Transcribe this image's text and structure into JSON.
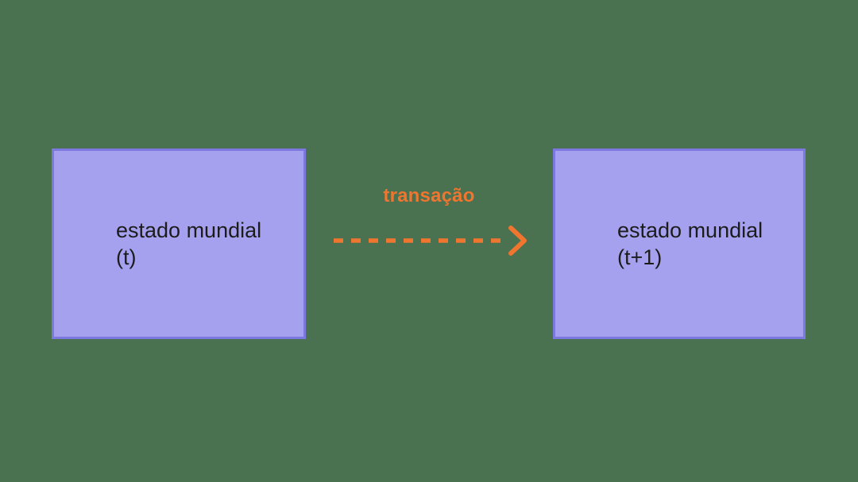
{
  "diagram": {
    "title": "world-state-transition-diagram",
    "colors": {
      "background": "#4a7150",
      "box_fill": "#a6a1ee",
      "box_border": "#7d78e0",
      "box_text": "#1c1c1c",
      "accent_orange": "#f0752f"
    },
    "boxes": [
      {
        "id": "state-t",
        "line1": "estado mundial",
        "line2": "(t)"
      },
      {
        "id": "state-t-plus",
        "line1": "estado mundial",
        "line2": "(t+1)"
      }
    ],
    "transition": {
      "label": "transação",
      "arrow_style": "dashed",
      "arrow_direction": "right",
      "arrow_icon": "dashed-right-arrow-icon"
    }
  }
}
